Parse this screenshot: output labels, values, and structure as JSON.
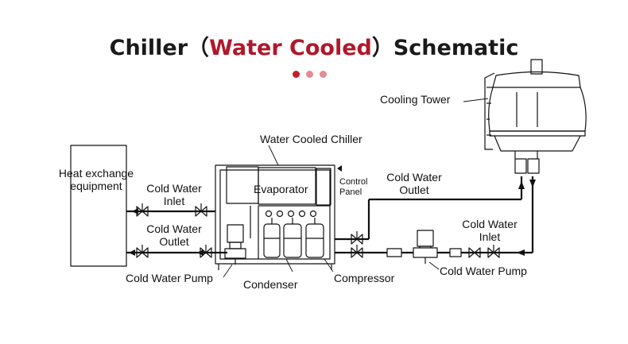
{
  "title": {
    "prefix": "Chiller（",
    "highlight": "Water Cooled",
    "suffix": "）Schematic"
  },
  "colors": {
    "accent": "#b0182a",
    "dot_primary": "#c41e2e",
    "dot_secondary": "#e58a93",
    "line": "#111111"
  },
  "labels": {
    "heat_exchange": "Heat exchange",
    "equipment": "equipment",
    "left_inlet_1": "Cold Water",
    "left_inlet_2": "Inlet",
    "left_outlet_1": "Cold Water",
    "left_outlet_2": "Outlet",
    "left_pump": "Cold Water Pump",
    "chiller": "Water Cooled Chiller",
    "evaporator": "Evaporator",
    "control_1": "Control",
    "control_2": "Panel",
    "condenser": "Condenser",
    "compressor": "Compressor",
    "right_outlet_1": "Cold Water",
    "right_outlet_2": "Outlet",
    "right_inlet_1": "Cold Water",
    "right_inlet_2": "Inlet",
    "right_pump": "Cold Water Pump",
    "cooling_tower": "Cooling Tower"
  }
}
